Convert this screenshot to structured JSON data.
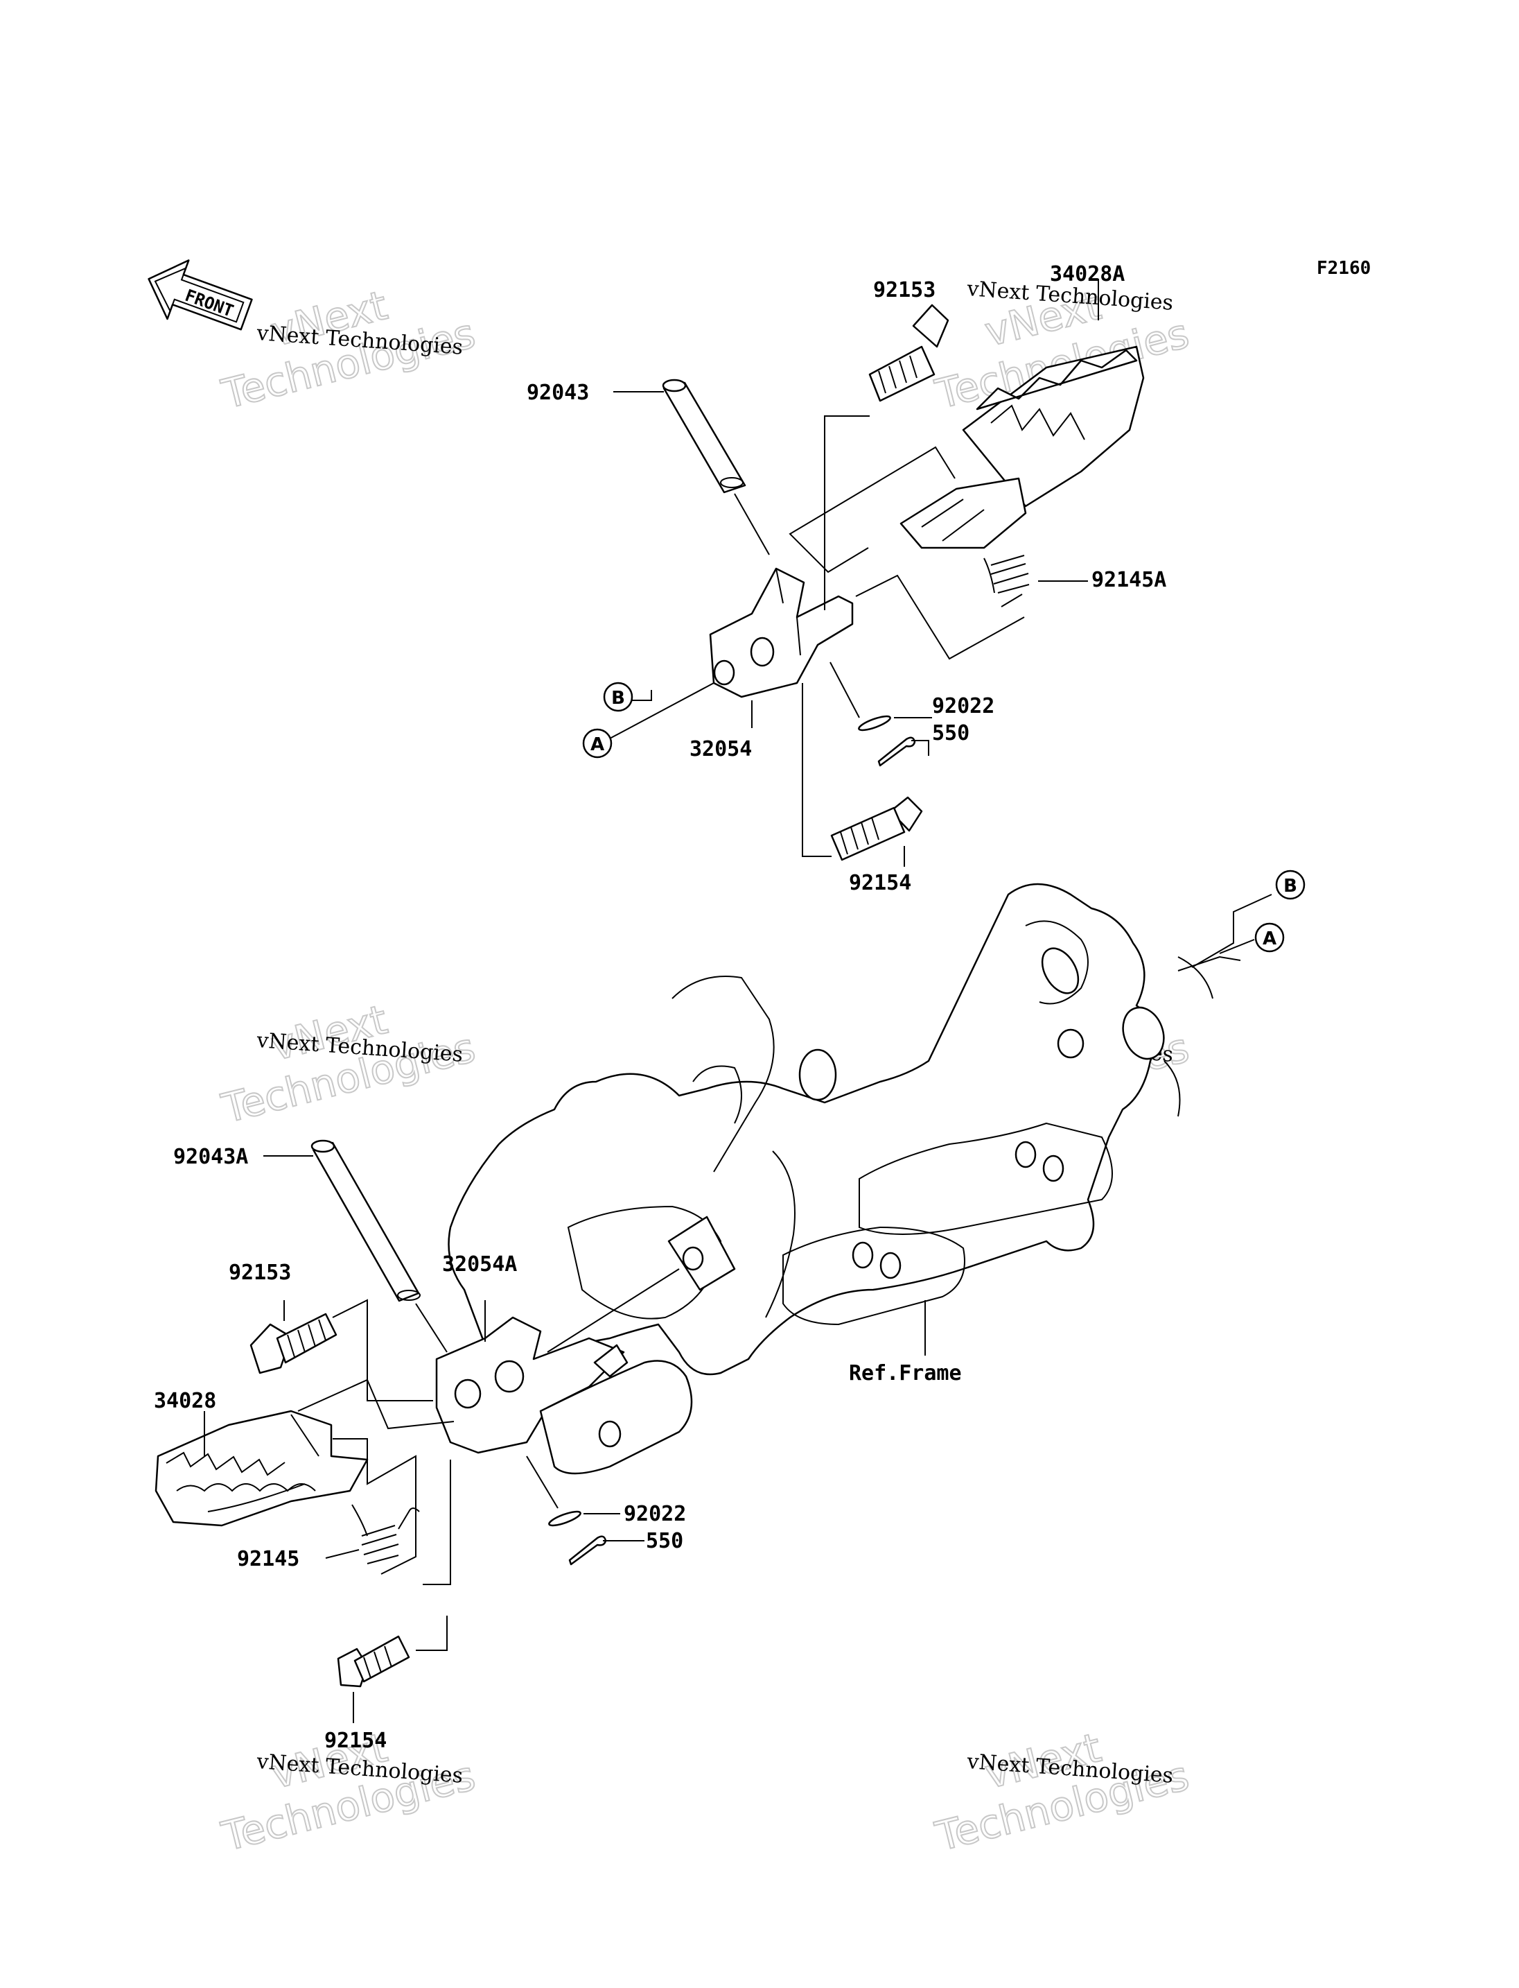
{
  "diagram_code": "F2160",
  "front_label": "FRONT",
  "reference_markers": {
    "a": "A",
    "b": "B"
  },
  "watermark": {
    "line1": "vNext",
    "line2": "Technologies",
    "caption": "vNext Technologies"
  },
  "callouts": {
    "upper_92153": "92153",
    "upper_34028A": "34028A",
    "upper_92043": "92043",
    "upper_92145A": "92145A",
    "upper_92022": "92022",
    "upper_550": "550",
    "upper_32054": "32054",
    "upper_92154": "92154",
    "lower_92043A": "92043A",
    "lower_92153": "92153",
    "lower_32054A": "32054A",
    "lower_34028": "34028",
    "lower_92145": "92145",
    "lower_92022": "92022",
    "lower_550": "550",
    "lower_92154": "92154",
    "ref_frame": "Ref.Frame"
  }
}
